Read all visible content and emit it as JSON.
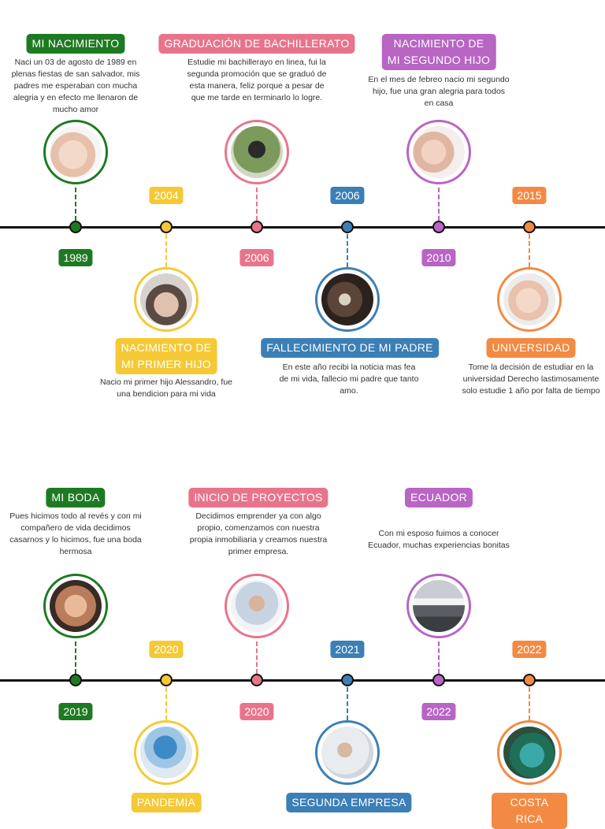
{
  "events": [
    {
      "year": "1989",
      "title": "MI NACIMIENTO",
      "desc": "Naci un 03 de agosto de 1989 en plenas fiestas de san salvador, mis padres me esperaban con mucha alegria y en efecto me llenaron de mucho amor",
      "photo": "newborn-baby-photo",
      "color": "#1e7a22"
    },
    {
      "year": "2004",
      "title": "NACIMIENTO DE\nMI PRIMER HIJO",
      "desc": "Nacio mi primer hijo Alessandro, fue una bendicion para mi vida",
      "photo": "baby-hands-photo",
      "color": "#f5c935"
    },
    {
      "year": "2006",
      "title": "GRADUACIÓN DE BACHILLERATO",
      "desc": "Estudie mi bachillerayo en linea, fui la segunda promoción que se graduó de esta manera, feliz porque a pesar de que me tarde en terminarlo lo logre.",
      "photo": "graduation-cap-photo",
      "color": "#e8748c"
    },
    {
      "year": "2006",
      "title": "FALLECIMIENTO DE MI PADRE",
      "desc": "En este año recibi la noticia mas fea de mi vida, fallecio mi padre que tanto amo.",
      "photo": "funeral-flowers-photo",
      "color": "#3b7fb6"
    },
    {
      "year": "2010",
      "title": "NACIMIENTO DE\nMI SEGUNDO HIJO",
      "desc": "En el mes de febreo nacio mi segundo hijo, fue una gran alegria para todos en casa",
      "photo": "sleeping-baby-photo",
      "color": "#b865c4"
    },
    {
      "year": "2015",
      "title": "UNIVERSIDAD",
      "desc": "Tome la decisión de estudiar en la universidad Derecho lastimosamente solo estudie 1 año por falta de tiempo",
      "photo": "baby-portrait-photo",
      "color": "#f38a43"
    },
    {
      "year": "2019",
      "title": "MI BODA",
      "desc": "Pues hicimos todo al revés y con mi compañero de vida decidimos casarnos y lo hicimos, fue una boda hermosa",
      "photo": "wedding-hands-photo",
      "color": "#1e7a22"
    },
    {
      "year": "2020",
      "title": "PANDEMIA",
      "desc": "",
      "photo": "globe-mask-photo",
      "color": "#f5c935"
    },
    {
      "year": "2020",
      "title": "INICIO DE PROYECTOS",
      "desc": "Decidimos emprender ya con algo propio, comenzamos con nuestra propia inmobiliaria y creamos nuestra primer empresa.",
      "photo": "business-handshake-photo",
      "color": "#e8748c"
    },
    {
      "year": "2021",
      "title": "SEGUNDA EMPRESA",
      "desc": "",
      "photo": "architect-plans-photo",
      "color": "#3b7fb6"
    },
    {
      "year": "2022",
      "title": "ECUADOR",
      "desc": "Con mi esposo fuimos a conocer Ecuador, muchas experiencias bonitas",
      "photo": "mountain-volcano-photo",
      "color": "#b865c4"
    },
    {
      "year": "2022",
      "title": "COSTA RICA",
      "desc": "",
      "photo": "tropical-beach-photo",
      "color": "#f38a43"
    }
  ]
}
